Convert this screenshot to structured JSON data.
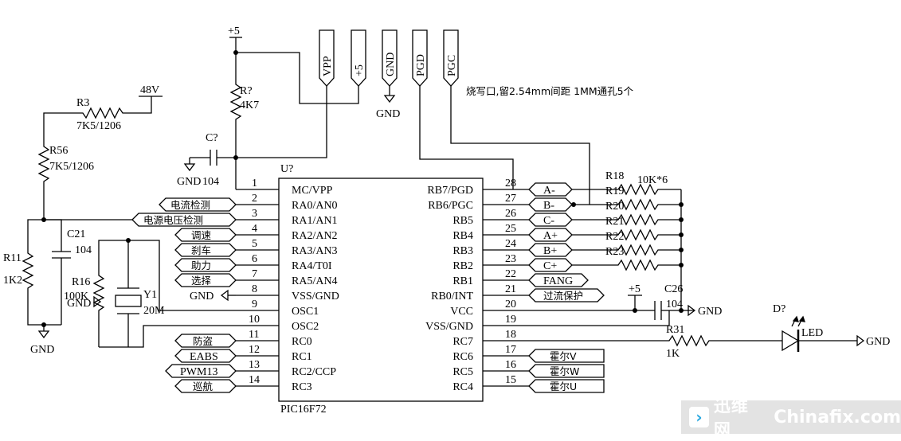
{
  "chip": {
    "ref": "U?",
    "part": "PIC16F72"
  },
  "left_pins": [
    {
      "num": "1",
      "name": "MC/VPP"
    },
    {
      "num": "2",
      "name": "RA0/AN0"
    },
    {
      "num": "3",
      "name": "RA1/AN1"
    },
    {
      "num": "4",
      "name": "RA2/AN2"
    },
    {
      "num": "5",
      "name": "RA3/AN3"
    },
    {
      "num": "6",
      "name": "RA4/T0I"
    },
    {
      "num": "7",
      "name": "RA5/AN4"
    },
    {
      "num": "8",
      "name": "VSS/GND"
    },
    {
      "num": "9",
      "name": "OSC1"
    },
    {
      "num": "10",
      "name": "OSC2"
    },
    {
      "num": "11",
      "name": "RC0"
    },
    {
      "num": "12",
      "name": "RC1"
    },
    {
      "num": "13",
      "name": "RC2/CCP"
    },
    {
      "num": "14",
      "name": "RC3"
    }
  ],
  "right_pins": [
    {
      "num": "28",
      "name": "RB7/PGD"
    },
    {
      "num": "27",
      "name": "RB6/PGC"
    },
    {
      "num": "26",
      "name": "RB5"
    },
    {
      "num": "25",
      "name": "RB4"
    },
    {
      "num": "24",
      "name": "RB3"
    },
    {
      "num": "23",
      "name": "RB2"
    },
    {
      "num": "22",
      "name": "RB1"
    },
    {
      "num": "21",
      "name": "RB0/INT"
    },
    {
      "num": "20",
      "name": "VCC"
    },
    {
      "num": "19",
      "name": "VSS/GND"
    },
    {
      "num": "18",
      "name": "RC7"
    },
    {
      "num": "17",
      "name": "RC6"
    },
    {
      "num": "16",
      "name": "RC5"
    },
    {
      "num": "15",
      "name": "RC4"
    }
  ],
  "left_ports": {
    "p2": "电流检测",
    "p3": "电源电压检测",
    "p4": "调速",
    "p5": "刹车",
    "p6": "助力",
    "p7": "选择",
    "p11": "防盗",
    "p12": "EABS",
    "p13": "PWM13",
    "p14": "巡航"
  },
  "right_ports": {
    "p28": "A-",
    "p27": "B-",
    "p26": "C-",
    "p25": "A+",
    "p24": "B+",
    "p23": "C+",
    "p22": "FANG",
    "p21": "过流保护",
    "p17": "霍尔V",
    "p16": "霍尔W",
    "p15": "霍尔U"
  },
  "program_header": {
    "pins": [
      "VPP",
      "+5",
      "GND",
      "PGD",
      "PGC"
    ],
    "note": "烧写口,留2.54mm间距 1MM通孔5个"
  },
  "rails": {
    "plus5": "+5",
    "v48": "48V",
    "gnd": "GND"
  },
  "components": {
    "r3": {
      "ref": "R3",
      "value": "7K5/1206"
    },
    "r56": {
      "ref": "R56",
      "value": "7K5/1206"
    },
    "r11": {
      "ref": "R11",
      "value": "1K2"
    },
    "c21": {
      "ref": "C21",
      "value": "104"
    },
    "r16": {
      "ref": "R16",
      "value": "100K"
    },
    "y1": {
      "ref": "Y1",
      "value": "20M"
    },
    "rpull": {
      "ref": "R?",
      "value": "4K7"
    },
    "cmclr": {
      "ref": "C?",
      "value": "104"
    },
    "rnet": {
      "refs": [
        "R18",
        "R19",
        "R20",
        "R21",
        "R22",
        "R23"
      ],
      "value": "10K*6"
    },
    "c26": {
      "ref": "C26",
      "value": "104"
    },
    "r31": {
      "ref": "R31",
      "value": "1K"
    },
    "led": {
      "ref": "D?",
      "value": "LED"
    }
  },
  "watermark": {
    "cn": "迅维网",
    "en": "Chinafix.com"
  }
}
